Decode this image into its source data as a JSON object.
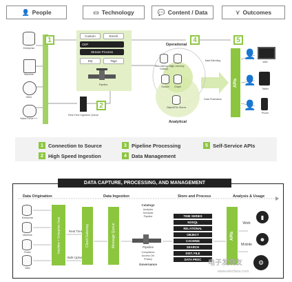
{
  "header": {
    "people": {
      "label": "People",
      "icon": "person-icon"
    },
    "technology": {
      "label": "Technology",
      "icon": "monitor-icon"
    },
    "content": {
      "label": "Content / Data",
      "icon": "chat-icon"
    },
    "outcomes": {
      "label": "Outcomes",
      "icon": "outcome-icon"
    }
  },
  "steps": [
    "1",
    "2",
    "3",
    "4",
    "5"
  ],
  "sources": [
    "Enterprise",
    "Machine",
    "Other",
    "Sales Force+++"
  ],
  "pipeline": {
    "buttons": [
      "Custom",
      "Enrich",
      "CEP",
      "Stream Process",
      "DQ",
      "Tags"
    ],
    "label": "Pipeline"
  },
  "queue": {
    "label": "Real-Time Ingestion Queue"
  },
  "operational": {
    "title": "Operational",
    "stores": [
      "Low-latency Big Data(s)",
      "In-memory",
      "Search",
      "Graph",
      "Object/File Stores"
    ]
  },
  "analytical": {
    "title": "Analytical"
  },
  "outcomes_labels": {
    "blending": "Data Blending",
    "federation": "Data Federation",
    "apis": "APIs",
    "devices": [
      "Web",
      "Tablet",
      "Phone"
    ]
  },
  "legend": [
    {
      "num": "1",
      "label": "Connection to Source"
    },
    {
      "num": "2",
      "label": "High Speed Ingestion"
    },
    {
      "num": "3",
      "label": "Pipeline Processing"
    },
    {
      "num": "4",
      "label": "Data Management"
    },
    {
      "num": "5",
      "label": "Self-Service APIs"
    }
  ],
  "capture": {
    "title": "DATA CAPTURE, PROCESSING, AND MANAGEMENT",
    "sections": [
      "Data Origination",
      "Data Ingestion",
      "Store and Process",
      "Analysis & Usage"
    ],
    "origination": [
      "Enterprise",
      "Machine",
      "Public",
      "Web"
    ],
    "connector": "Machine + Enterprise Data",
    "real_time": "Real Time",
    "bulk": "Bulk Upload",
    "gateway": "Cloud Gateway",
    "queue": "Message Queue",
    "catalogs": "Catalogs",
    "catalog_items": [
      "Analytics",
      "Semantic",
      "Pipeline"
    ],
    "pipeline": "Pipeline",
    "gov_items": [
      "Compliance",
      "Access Ctrl",
      "Privacy"
    ],
    "governance": "Governance",
    "stores": [
      "TIME SERIES",
      "NOSQL",
      "RELATIONAL",
      "OBJECT",
      "CACHING",
      "SEARCH",
      "DIST. FILE",
      "DATA PROC"
    ],
    "apis": "APIs",
    "usage": [
      "Web",
      "Mobile"
    ]
  },
  "watermark": "电子发烧友",
  "watermark_url": "www.elecfans.com",
  "colors": {
    "accent": "#8cc63f",
    "light": "#e3efc6",
    "dark": "#222222"
  }
}
